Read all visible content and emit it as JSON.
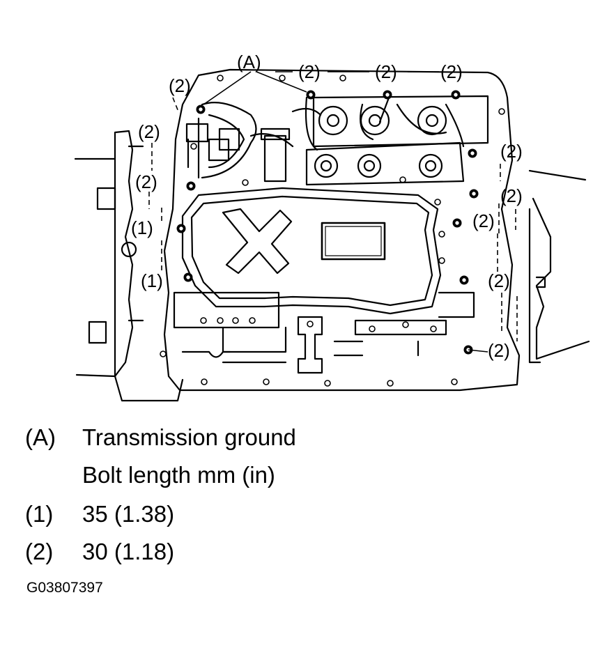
{
  "callouts": {
    "a": "(A)",
    "one": "(1)",
    "two": "(2)"
  },
  "legend": {
    "a_key": "(A)",
    "a_text": "Transmission ground",
    "header": "Bolt length mm (in)",
    "one_key": "(1)",
    "one_text": "35 (1.38)",
    "two_key": "(2)",
    "two_text": "30 (1.18)"
  },
  "figure_id": "G03807397",
  "colors": {
    "line": "#000000",
    "background": "#ffffff"
  }
}
